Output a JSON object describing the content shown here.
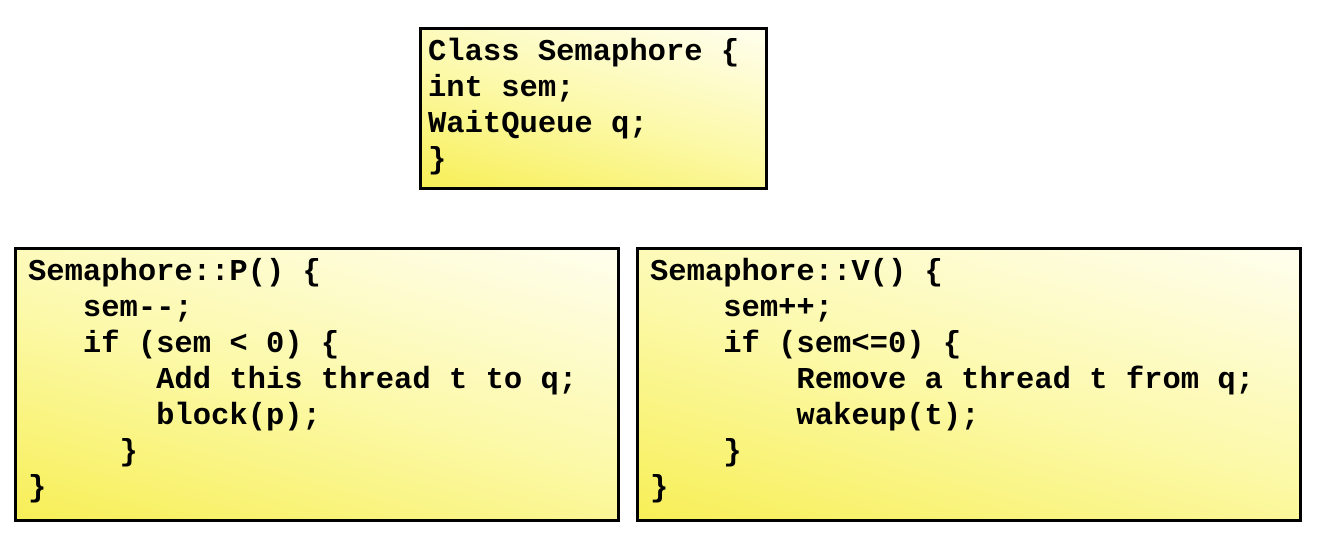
{
  "page": {
    "background_color": "#ffffff",
    "text_color": "#000000"
  },
  "colors": {
    "box_border": "#000000",
    "box_gradient_top": "#fffeee",
    "box_gradient_middle": "#fcf9a8",
    "box_gradient_bottom": "#f7ef57"
  },
  "boxes": {
    "class_definition": {
      "code": "Class Semaphore {\nint sem;\nWaitQueue q;\n}"
    },
    "p_operation": {
      "code": "Semaphore::P() {\n   sem--;\n   if (sem < 0) {\n       Add this thread t to q;\n       block(p);\n     }\n}"
    },
    "v_operation": {
      "code": "Semaphore::V() {\n    sem++;\n    if (sem<=0) {\n        Remove a thread t from q;\n        wakeup(t);\n    }\n}"
    }
  }
}
